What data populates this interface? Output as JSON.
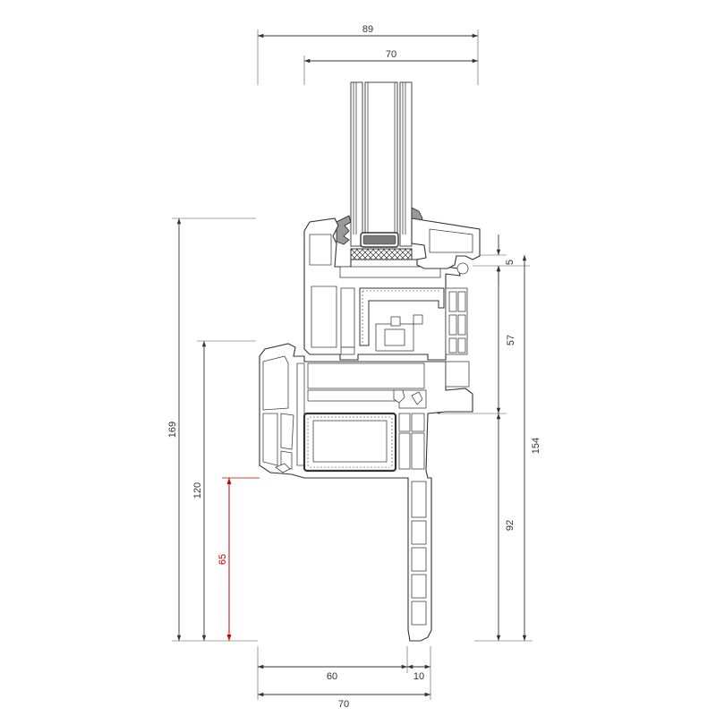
{
  "drawing": {
    "colors": {
      "line": "#333333",
      "highlight": "#cc0000",
      "background": "#ffffff"
    },
    "dimensions": {
      "overall_width_top": "89",
      "glazing_width_top": "70",
      "glass_offset": "5",
      "sash_rebate": "57",
      "frame_height_right": "92",
      "total_height_right": "154",
      "total_height_left": "169",
      "frame_height_left": "120",
      "highlight_height": "65",
      "frame_width_bottom": "60",
      "frame_lip_bottom": "10",
      "frame_overall_bottom": "70"
    }
  }
}
